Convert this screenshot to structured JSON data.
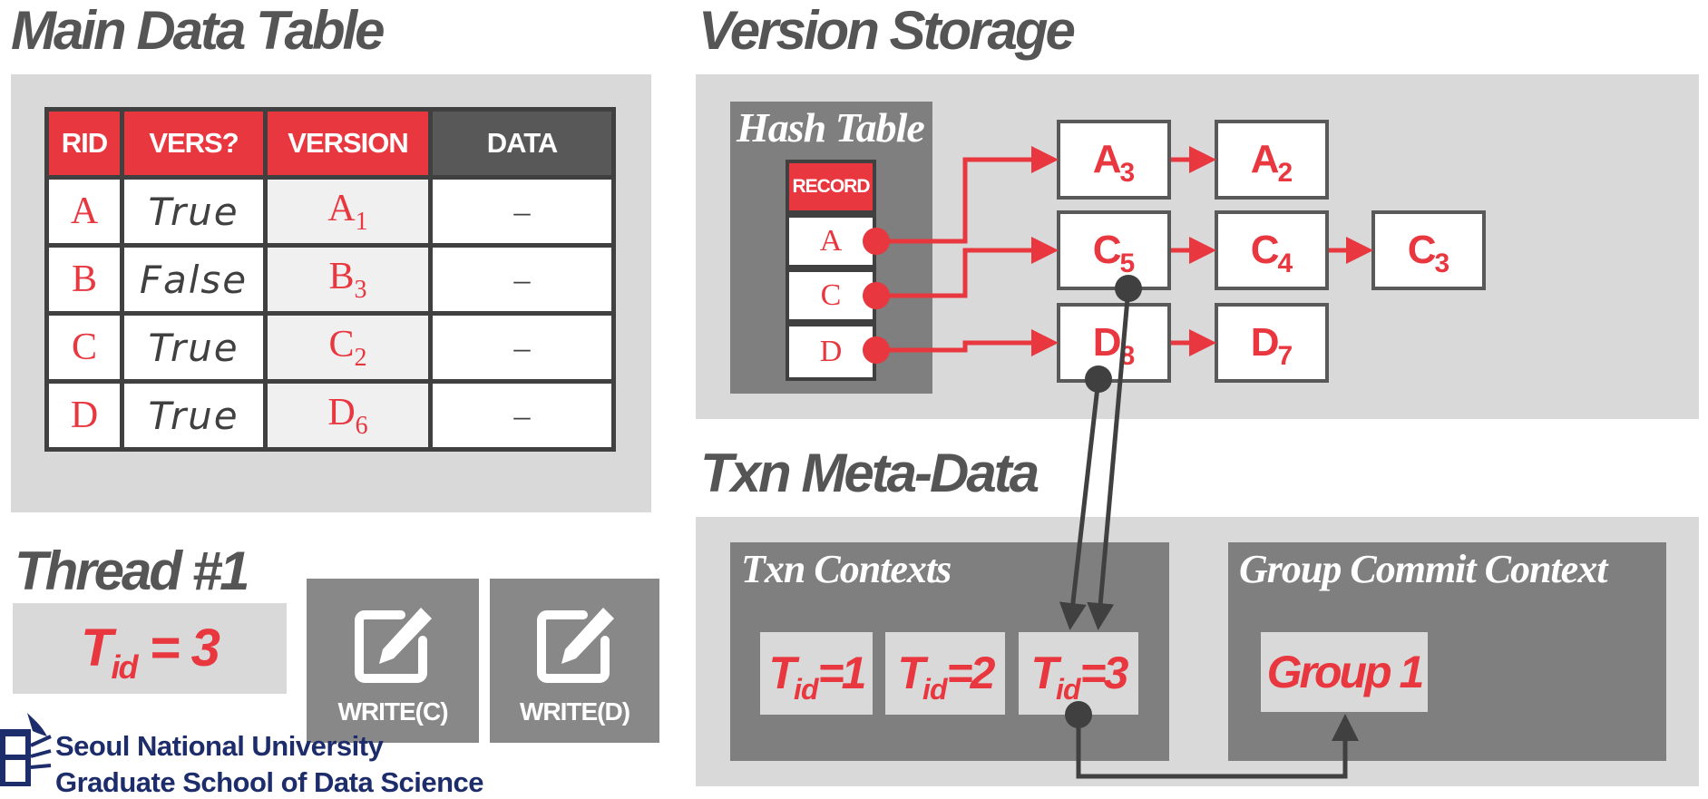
{
  "headings": {
    "main_table": "Main Data Table",
    "version_storage": "Version Storage",
    "txn_meta": "Txn Meta-Data",
    "thread": "Thread #1"
  },
  "main_table": {
    "columns": [
      "RID",
      "VERS?",
      "VERSION",
      "DATA"
    ],
    "rows": [
      {
        "rid": "A",
        "vers": "True",
        "version": "A",
        "version_sub": "1",
        "data": "–"
      },
      {
        "rid": "B",
        "vers": "False",
        "version": "B",
        "version_sub": "3",
        "data": "–"
      },
      {
        "rid": "C",
        "vers": "True",
        "version": "C",
        "version_sub": "2",
        "data": "–"
      },
      {
        "rid": "D",
        "vers": "True",
        "version": "D",
        "version_sub": "6",
        "data": "–"
      }
    ]
  },
  "hash_table": {
    "title": "Hash Table",
    "header": "RECORD",
    "records": [
      "A",
      "C",
      "D"
    ]
  },
  "version_nodes": [
    {
      "name": "A",
      "sub": "3"
    },
    {
      "name": "A",
      "sub": "2"
    },
    {
      "name": "C",
      "sub": "5"
    },
    {
      "name": "C",
      "sub": "4"
    },
    {
      "name": "C",
      "sub": "3"
    },
    {
      "name": "D",
      "sub": "8"
    },
    {
      "name": "D",
      "sub": "7"
    }
  ],
  "txn_contexts": {
    "title": "Txn Contexts",
    "items": [
      {
        "t": "T",
        "sub": "id",
        "rest": "=1"
      },
      {
        "t": "T",
        "sub": "id",
        "rest": "=2"
      },
      {
        "t": "T",
        "sub": "id",
        "rest": "=3"
      }
    ]
  },
  "group_commit": {
    "title": "Group Commit Context",
    "item": "Group 1"
  },
  "thread": {
    "tid_t": "T",
    "tid_sub": "id",
    "tid_rest": " = 3"
  },
  "operations": [
    "WRITE(C)",
    "WRITE(D)"
  ],
  "footer": {
    "university": "Seoul National University",
    "school": "Graduate School of Data Science"
  },
  "colors": {
    "accent": "#e8373f",
    "dark": "#404040",
    "panel": "#d9d9d9",
    "navy": "#1d2c6b"
  }
}
